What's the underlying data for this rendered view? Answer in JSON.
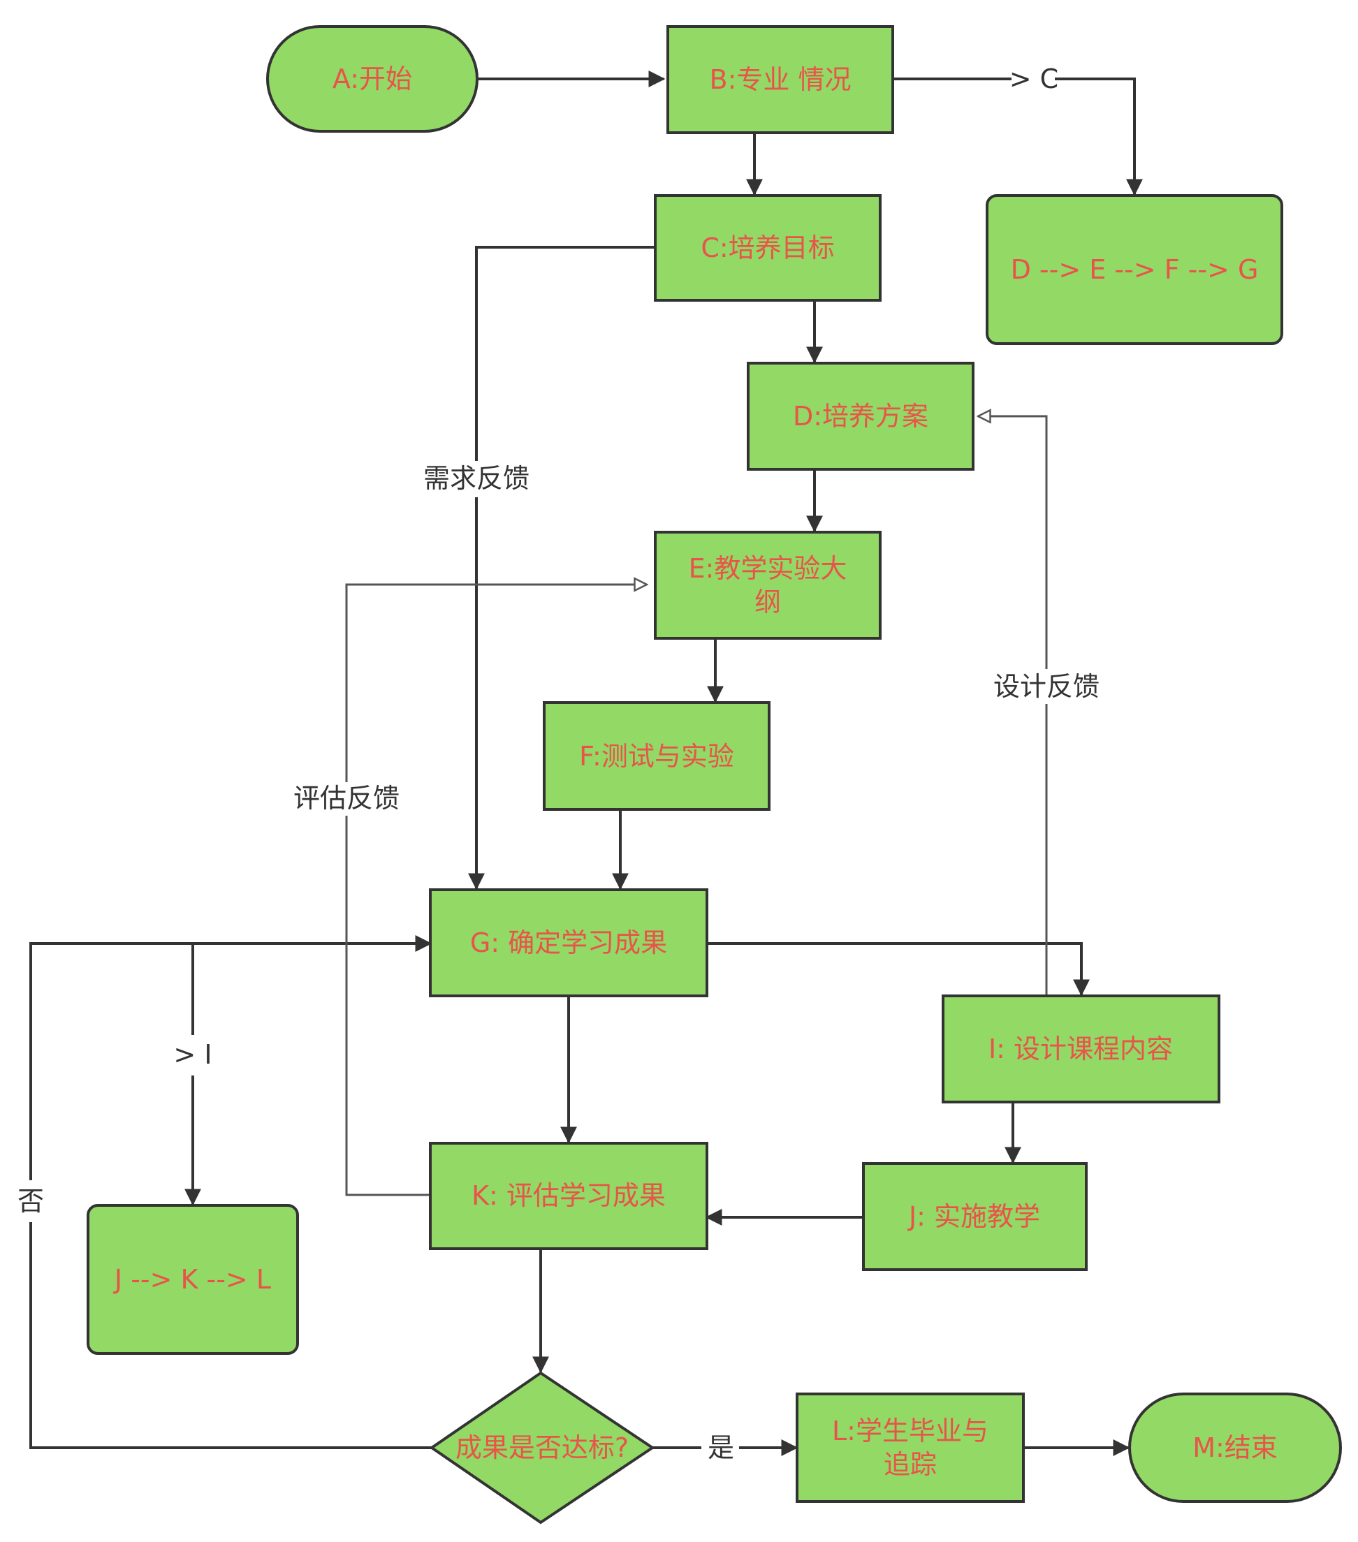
{
  "colors": {
    "node_fill": "#92d966",
    "node_stroke": "#333333",
    "node_text": "#e9544a",
    "edge": "#333333",
    "edge_label": "#333333",
    "hollow_edge": "#555555"
  },
  "nodes": {
    "a": "A:开始",
    "b": "B:专业 情况",
    "c": "C:培养目标",
    "dg": "D --> E --> F --> G",
    "d": "D:培养方案",
    "e_line1": "E:教学实验大",
    "e_line2": "纲",
    "f": "F:测试与实验",
    "g": "G: 确定学习成果",
    "i": "I: 设计课程内容",
    "jkl": "J --> K --> L",
    "j": "J: 实施教学",
    "k": "K: 评估学习成果",
    "decision": "成果是否达标?",
    "l_line1": "L:学生毕业与",
    "l_line2": "追踪",
    "m": "M:结束"
  },
  "edges": {
    "b_to_branch": "> C",
    "demand_feedback": "需求反馈",
    "design_feedback": "设计反馈",
    "eval_feedback": "评估反馈",
    "g_to_branch": "> I",
    "no": "否",
    "yes": "是"
  }
}
